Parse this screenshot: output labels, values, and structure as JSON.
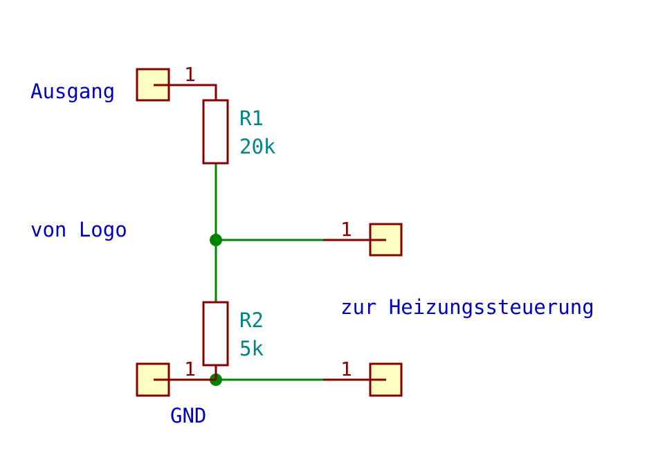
{
  "labels": {
    "ausgang": "Ausgang",
    "von_logo": "von Logo",
    "zur_heizung": "zur Heizungssteuerung",
    "gnd": "GND"
  },
  "resistors": {
    "r1": {
      "ref": "R1",
      "value": "20k"
    },
    "r2": {
      "ref": "R2",
      "value": "5k"
    }
  },
  "pins": {
    "ausgang": "1",
    "out_top": "1",
    "gnd": "1",
    "out_bottom": "1"
  },
  "colors": {
    "wire": "#008400",
    "component": "#840000",
    "connector_fill": "#ffffc2",
    "text_label": "#0000c4",
    "ref_value": "#008484"
  }
}
